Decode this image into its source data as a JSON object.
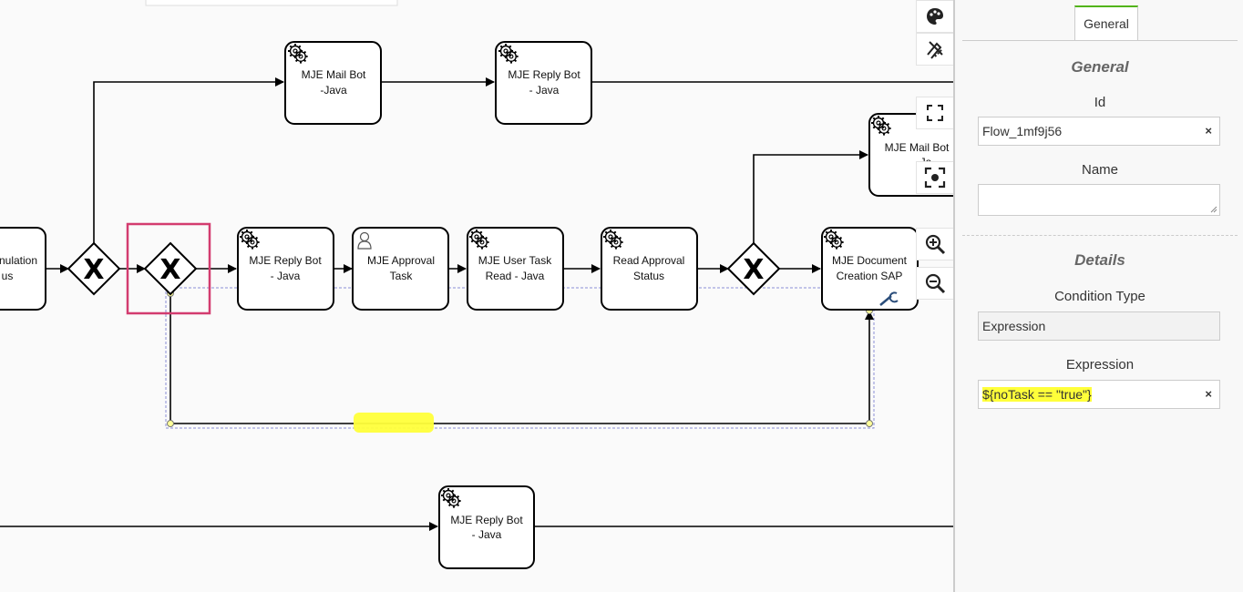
{
  "diagram": {
    "tasks": {
      "mail_bot_top": [
        "MJE Mail Bot",
        "-Java"
      ],
      "reply_bot_top": [
        "MJE Reply Bot",
        "- Java"
      ],
      "mail_bot_right": [
        "MJE Mail Bot",
        "-Ja"
      ],
      "simulation_partial": [
        "nulation",
        "us"
      ],
      "reply_bot_mid": [
        "MJE Reply Bot",
        "- Java"
      ],
      "approval_task": [
        "MJE Approval",
        "Task"
      ],
      "user_task_read": [
        "MJE User Task",
        "Read - Java"
      ],
      "read_approval_status": [
        "Read Approval",
        "Status"
      ],
      "document_creation": [
        "MJE Document",
        "Creation SAP"
      ],
      "reply_bot_bottom": [
        "MJE Reply Bot",
        "- Java"
      ]
    },
    "gateway_symbol": "X"
  },
  "tools": [
    "palette-icon",
    "lasso-icon",
    "fullscreen-icon",
    "focus-icon",
    "zoom-in-icon",
    "zoom-out-icon"
  ],
  "panel": {
    "tab_general": "General",
    "general_title": "General",
    "id_label": "Id",
    "id_value": "Flow_1mf9j56",
    "name_label": "Name",
    "name_value": "",
    "details_title": "Details",
    "condition_type_label": "Condition Type",
    "condition_type_value": "Expression",
    "expression_label": "Expression",
    "expression_value": "${noTask == \"true\"}",
    "clear_symbol": "×"
  },
  "colors": {
    "selection_box": "#d33c6f",
    "highlight": "#ffff3a",
    "tab_accent": "#52b415"
  }
}
